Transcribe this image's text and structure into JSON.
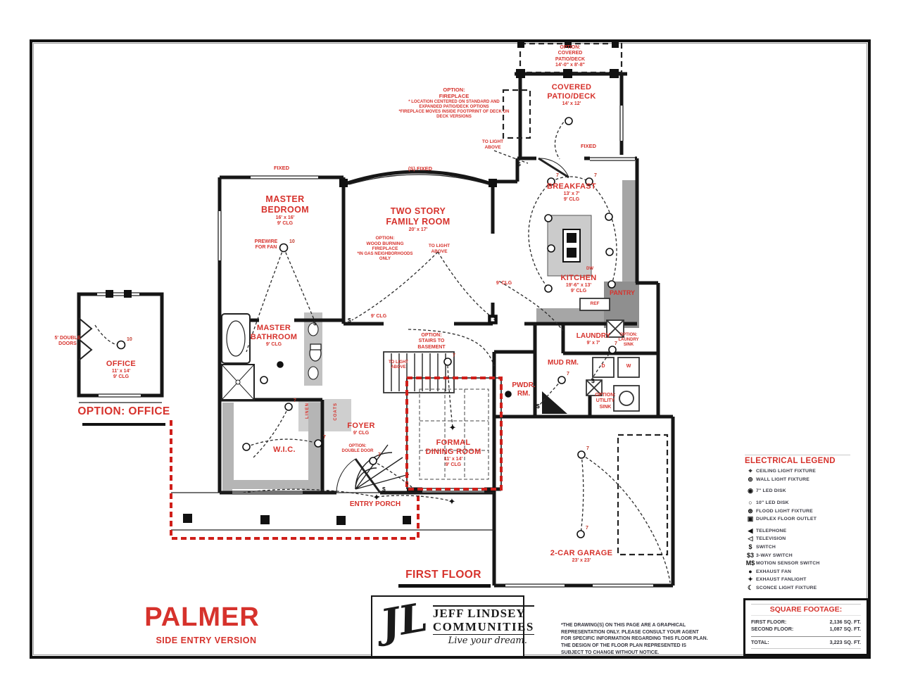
{
  "plan": {
    "name": "PALMER",
    "version": "SIDE ENTRY VERSION",
    "floor_label": "FIRST FLOOR",
    "option_office_heading": "OPTION: OFFICE"
  },
  "rooms": {
    "master_bedroom": {
      "name1": "MASTER",
      "name2": "BEDROOM",
      "dims": "16' x 16'",
      "clg": "9' CLG"
    },
    "family_room": {
      "name1": "TWO STORY",
      "name2": "FAMILY ROOM",
      "dims": "20' x 17'"
    },
    "breakfast": {
      "name": "BREAKFAST",
      "dims": "13' x 7'",
      "clg": "9' CLG"
    },
    "kitchen": {
      "name": "KITCHEN",
      "dims": "19'-6\" x 13'",
      "clg": "9' CLG"
    },
    "pantry": {
      "name": "PANTRY"
    },
    "laundry": {
      "name": "LAUNDRY",
      "dims": "9' x 7'"
    },
    "mud_room": {
      "name": "MUD RM."
    },
    "powder_room": {
      "name1": "PWDR.",
      "name2": "RM."
    },
    "master_bathroom": {
      "name1": "MASTER",
      "name2": "BATHROOM",
      "clg": "9' CLG"
    },
    "wic": {
      "name": "W.I.C."
    },
    "foyer": {
      "name": "FOYER",
      "clg": "9' CLG"
    },
    "formal_dining": {
      "name1": "FORMAL",
      "name2": "DINING ROOM",
      "dims": "11' x 14'",
      "clg": "9' CLG"
    },
    "entry_porch": {
      "name": "ENTRY PORCH"
    },
    "garage": {
      "name": "2-CAR GARAGE",
      "dims": "23' x 23'"
    },
    "covered_patio": {
      "name1": "COVERED",
      "name2": "PATIO/DECK",
      "dims": "14' x 12'"
    },
    "office": {
      "name": "OFFICE",
      "dims": "11' x 14'",
      "clg": "9' CLG"
    }
  },
  "notes": {
    "option_patio": {
      "l1": "OPTION:",
      "l2": "COVERED",
      "l3": "PATIO/DECK",
      "l4": "14'-0\" x 8'-8\""
    },
    "option_fireplace": {
      "l1": "OPTION:",
      "l2": "FIREPLACE",
      "l3": "* LOCATION CENTERED ON STANDARD AND",
      "l4": "EXPANDED PATIO/DECK OPTIONS",
      "l5": "*FIREPLACE MOVES INSIDE FOOTPRINT OF DECK ON",
      "l6": "DECK VERSIONS"
    },
    "option_wood_fireplace": {
      "l1": "OPTION:",
      "l2": "WOOD BURNING",
      "l3": "FIREPLACE",
      "l4": "*IN GAS NEIGHBORHOODS",
      "l5": "ONLY"
    },
    "to_light_above": {
      "l1": "TO LIGHT",
      "l2": "ABOVE"
    },
    "fixed": "FIXED",
    "s_fixed": "(S) FIXED",
    "prewire_fan": {
      "l1": "PREWIRE",
      "l2": "FOR FAN"
    },
    "option_stairs": {
      "l1": "OPTION:",
      "l2": "STAIRS TO",
      "l3": "BASEMENT"
    },
    "option_laundry_sink": {
      "l1": "OPTION:",
      "l2": "LAUNDRY",
      "l3": "SINK"
    },
    "option_utility_sink": {
      "l1": "OPTION:",
      "l2": "UTILITY",
      "l3": "SINK"
    },
    "option_double_door": {
      "l1": "OPTION:",
      "l2": "DOUBLE DOOR"
    },
    "double_doors": {
      "l1": "5' DOUBLE",
      "l2": "DOORS"
    },
    "ceiling_9": "9' CLG",
    "linen": "LINEN",
    "coats": "COATS"
  },
  "appliances": {
    "ref": "REF",
    "dw": "DW",
    "dryer": "D",
    "washer": "W"
  },
  "misc": {
    "seven": "7",
    "ten": "10",
    "three": "3",
    "switch": "$",
    "star": "✦"
  },
  "legend": {
    "title": "ELECTRICAL LEGEND",
    "items": [
      {
        "icon": "ceiling-light-fixture-icon",
        "glyph": "⌖",
        "label": "CEILING LIGHT FIXTURE"
      },
      {
        "icon": "wall-light-fixture-icon",
        "glyph": "⊚",
        "label": "WALL LIGHT FIXTURE"
      },
      {
        "icon": "led-disk-7in-icon",
        "glyph": "◉",
        "label": "7\" LED DISK"
      },
      {
        "icon": "led-disk-10in-icon",
        "glyph": "○",
        "label": "10\" LED DISK"
      },
      {
        "icon": "flood-light-fixture-icon",
        "glyph": "⊛",
        "label": "FLOOD LIGHT FIXTURE"
      },
      {
        "icon": "duplex-floor-outlet-icon",
        "glyph": "▣",
        "label": "DUPLEX FLOOR OUTLET"
      },
      {
        "icon": "telephone-icon",
        "glyph": "◀",
        "label": "TELEPHONE"
      },
      {
        "icon": "television-icon",
        "glyph": "◁",
        "label": "TELEVISION"
      },
      {
        "icon": "switch-icon",
        "glyph": "$",
        "label": "SWITCH"
      },
      {
        "icon": "three-way-switch-icon",
        "glyph": "$3",
        "label": "3-WAY SWITCH"
      },
      {
        "icon": "motion-sensor-switch-icon",
        "glyph": "M$",
        "label": "MOTION SENSOR SWITCH"
      },
      {
        "icon": "exhaust-fan-icon",
        "glyph": "●",
        "label": "EXHAUST FAN"
      },
      {
        "icon": "exhaust-fanlight-icon",
        "glyph": "✦",
        "label": "EXHAUST FANLIGHT"
      },
      {
        "icon": "sconce-light-fixture-icon",
        "glyph": "☾",
        "label": "SCONCE LIGHT FIXTURE"
      }
    ]
  },
  "square_footage": {
    "title": "SQUARE FOOTAGE:",
    "rows": [
      {
        "label": "FIRST FLOOR:",
        "value": "2,136 SQ. FT."
      },
      {
        "label": "SECOND FLOOR:",
        "value": "1,087 SQ. FT."
      }
    ],
    "total": {
      "label": "TOTAL:",
      "value": "3,223 SQ. FT."
    }
  },
  "logo": {
    "monogram": "JL",
    "name1": "JEFF LINDSEY",
    "name2": "COMMUNITIES",
    "tagline": "Live your dream."
  },
  "disclaimer": "*THE DRAWING(S) ON THIS PAGE ARE A GRAPHICAL REPRESENTATION ONLY. PLEASE CONSULT YOUR AGENT FOR SPECIFIC INFORMATION REGARDING THIS FLOOR PLAN. THE DESIGN OF THE FLOOR PLAN REPRESENTED IS SUBJECT TO CHANGE WITHOUT NOTICE.",
  "colors": {
    "label_red": "#d6322c",
    "wall_black": "#161616",
    "option_dash_red": "#cf1f1a"
  }
}
